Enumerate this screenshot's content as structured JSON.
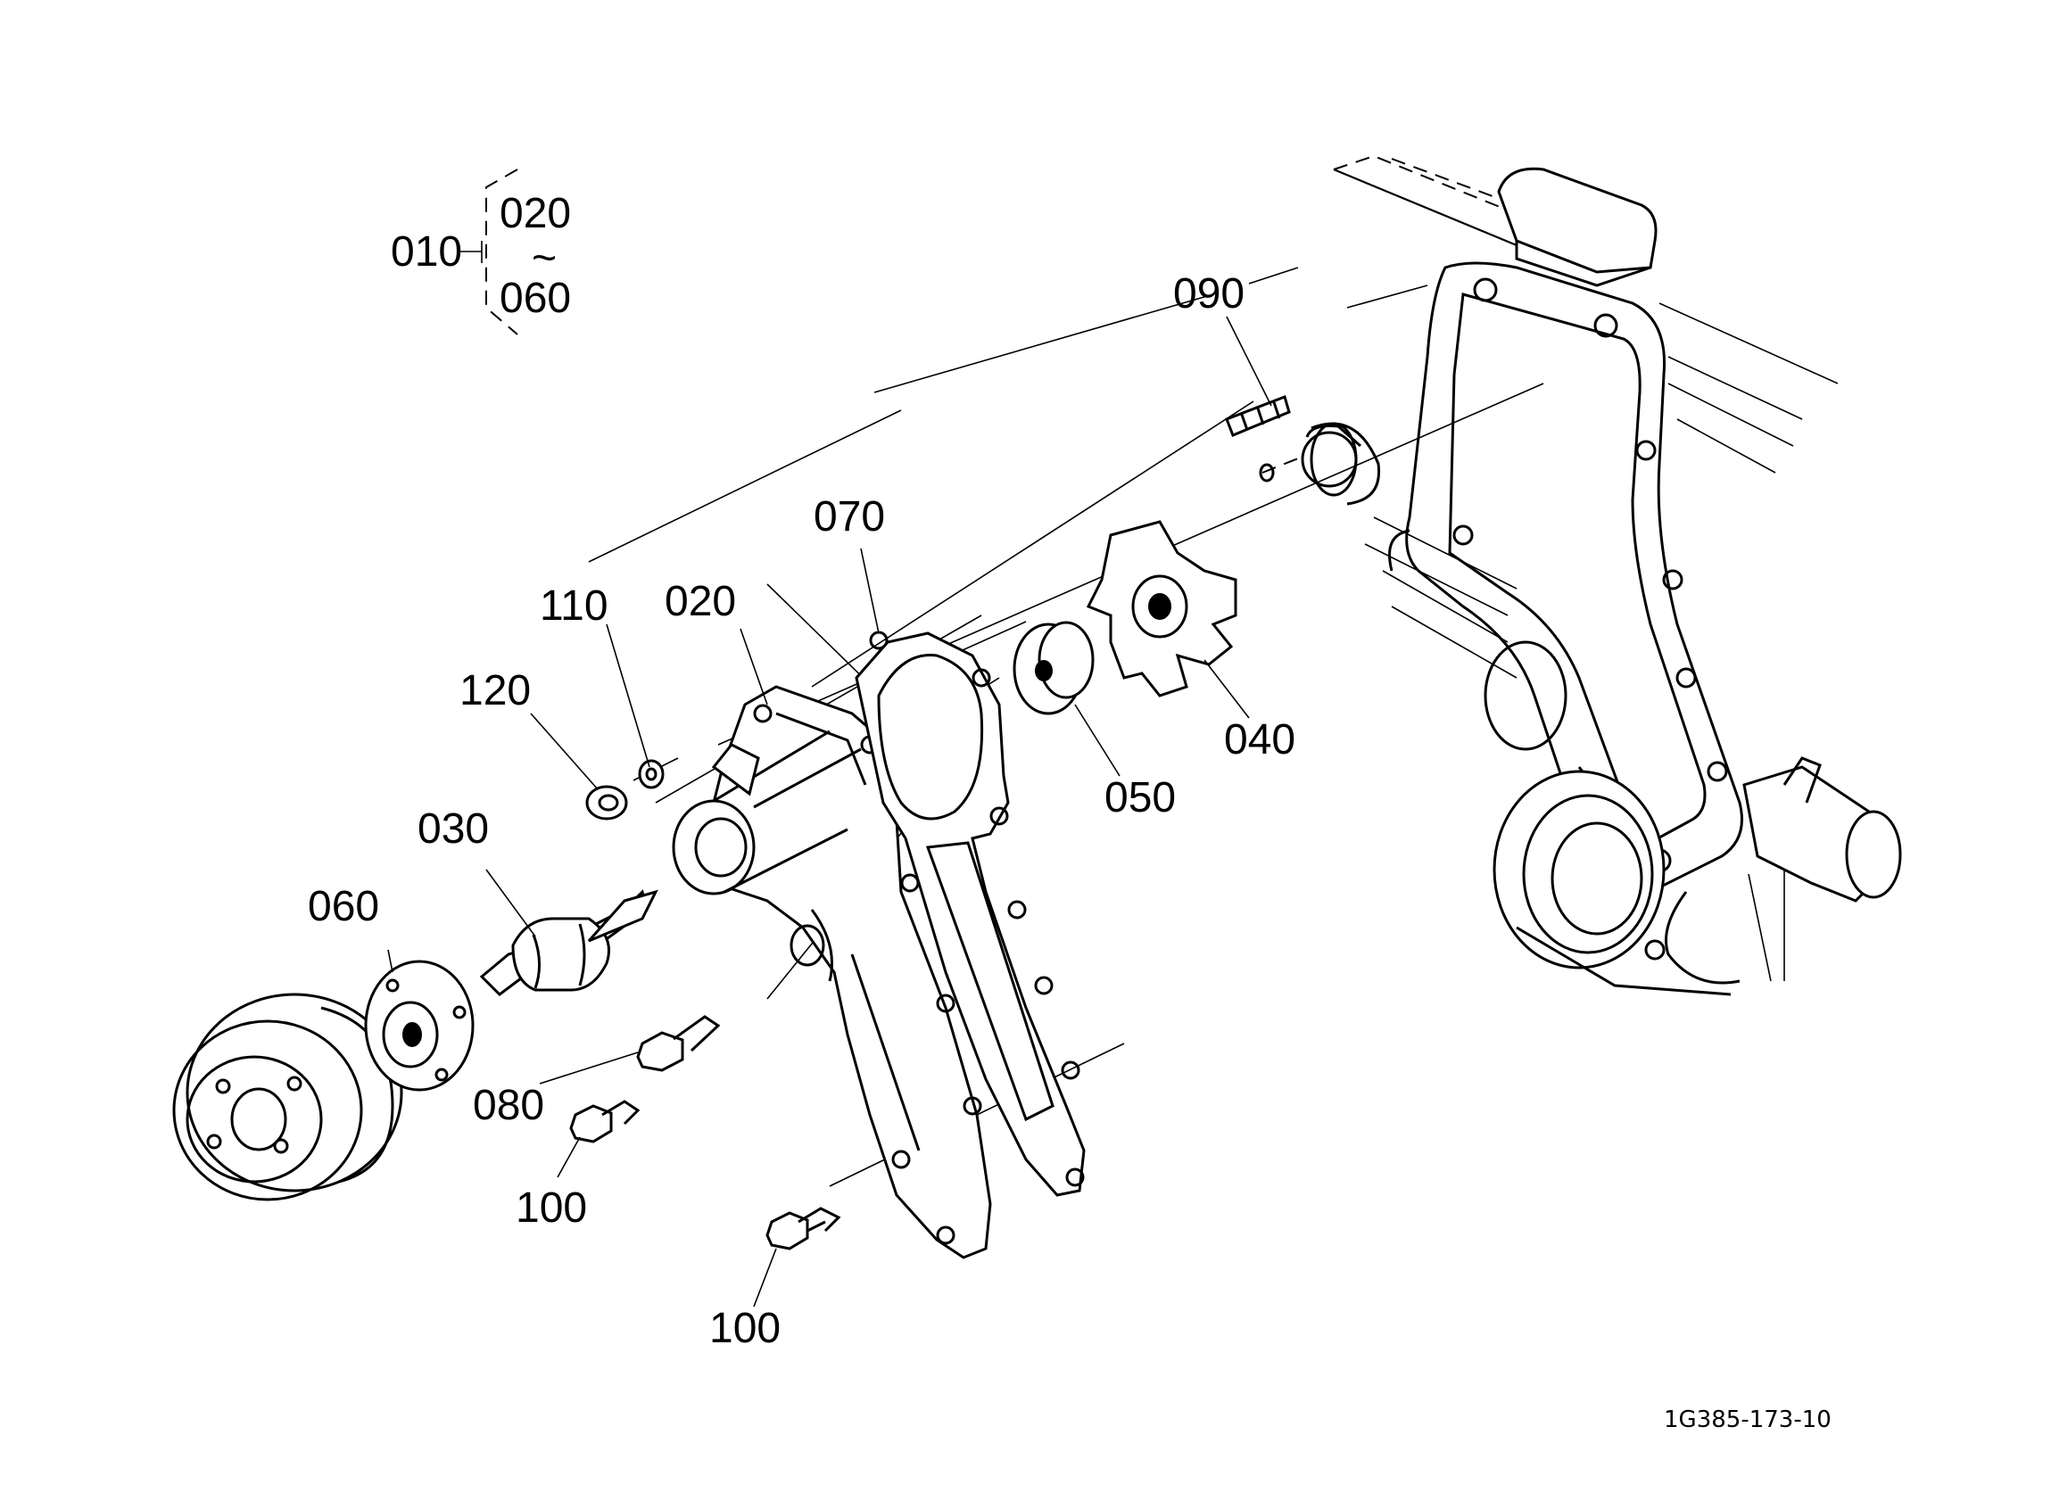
{
  "diagram": {
    "group_callout": {
      "parent": "010",
      "from": "020",
      "range_symbol": "~",
      "to": "060"
    },
    "callouts": [
      {
        "key": "c090",
        "text": "090"
      },
      {
        "key": "c070",
        "text": "070"
      },
      {
        "key": "c110",
        "text": "110"
      },
      {
        "key": "c020",
        "text": "020"
      },
      {
        "key": "c120",
        "text": "120"
      },
      {
        "key": "c030",
        "text": "030"
      },
      {
        "key": "c060",
        "text": "060"
      },
      {
        "key": "c040",
        "text": "040"
      },
      {
        "key": "c050",
        "text": "050"
      },
      {
        "key": "c080",
        "text": "080"
      },
      {
        "key": "c100a",
        "text": "100"
      },
      {
        "key": "c100b",
        "text": "100"
      }
    ],
    "drawing_number": "1G385-173-10"
  }
}
